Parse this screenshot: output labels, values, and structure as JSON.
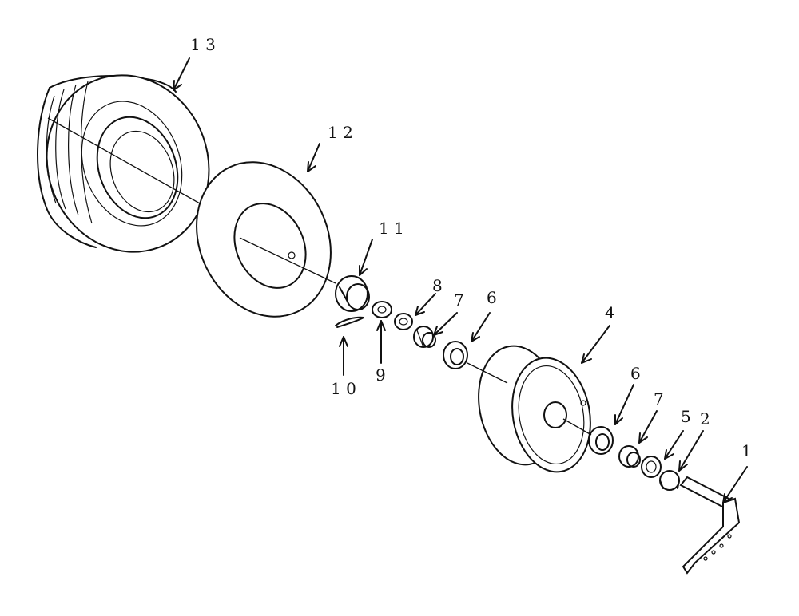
{
  "diagram": {
    "callouts": [
      {
        "id": "c13",
        "text": "1 3"
      },
      {
        "id": "c12",
        "text": "1 2"
      },
      {
        "id": "c11",
        "text": "1 1"
      },
      {
        "id": "c8",
        "text": "8"
      },
      {
        "id": "c7a",
        "text": "7"
      },
      {
        "id": "c6a",
        "text": "6"
      },
      {
        "id": "c4",
        "text": "4"
      },
      {
        "id": "c10",
        "text": "1 0"
      },
      {
        "id": "c9",
        "text": "9"
      },
      {
        "id": "c6b",
        "text": "6"
      },
      {
        "id": "c7b",
        "text": "7"
      },
      {
        "id": "c5",
        "text": "5"
      },
      {
        "id": "c2",
        "text": "2"
      },
      {
        "id": "c1",
        "text": "1"
      }
    ],
    "parts": [
      "tire-icon",
      "tube-icon",
      "bearing-cup-icon",
      "castle-nut-icon",
      "cotter-pin-icon",
      "washer-icon",
      "tapered-bearing-icon",
      "bearing-race-icon",
      "wheel-rim-icon",
      "seal-icon",
      "spacer-icon",
      "axle-spindle-icon"
    ],
    "colors": {
      "line": "#111111",
      "background": "#ffffff"
    }
  }
}
